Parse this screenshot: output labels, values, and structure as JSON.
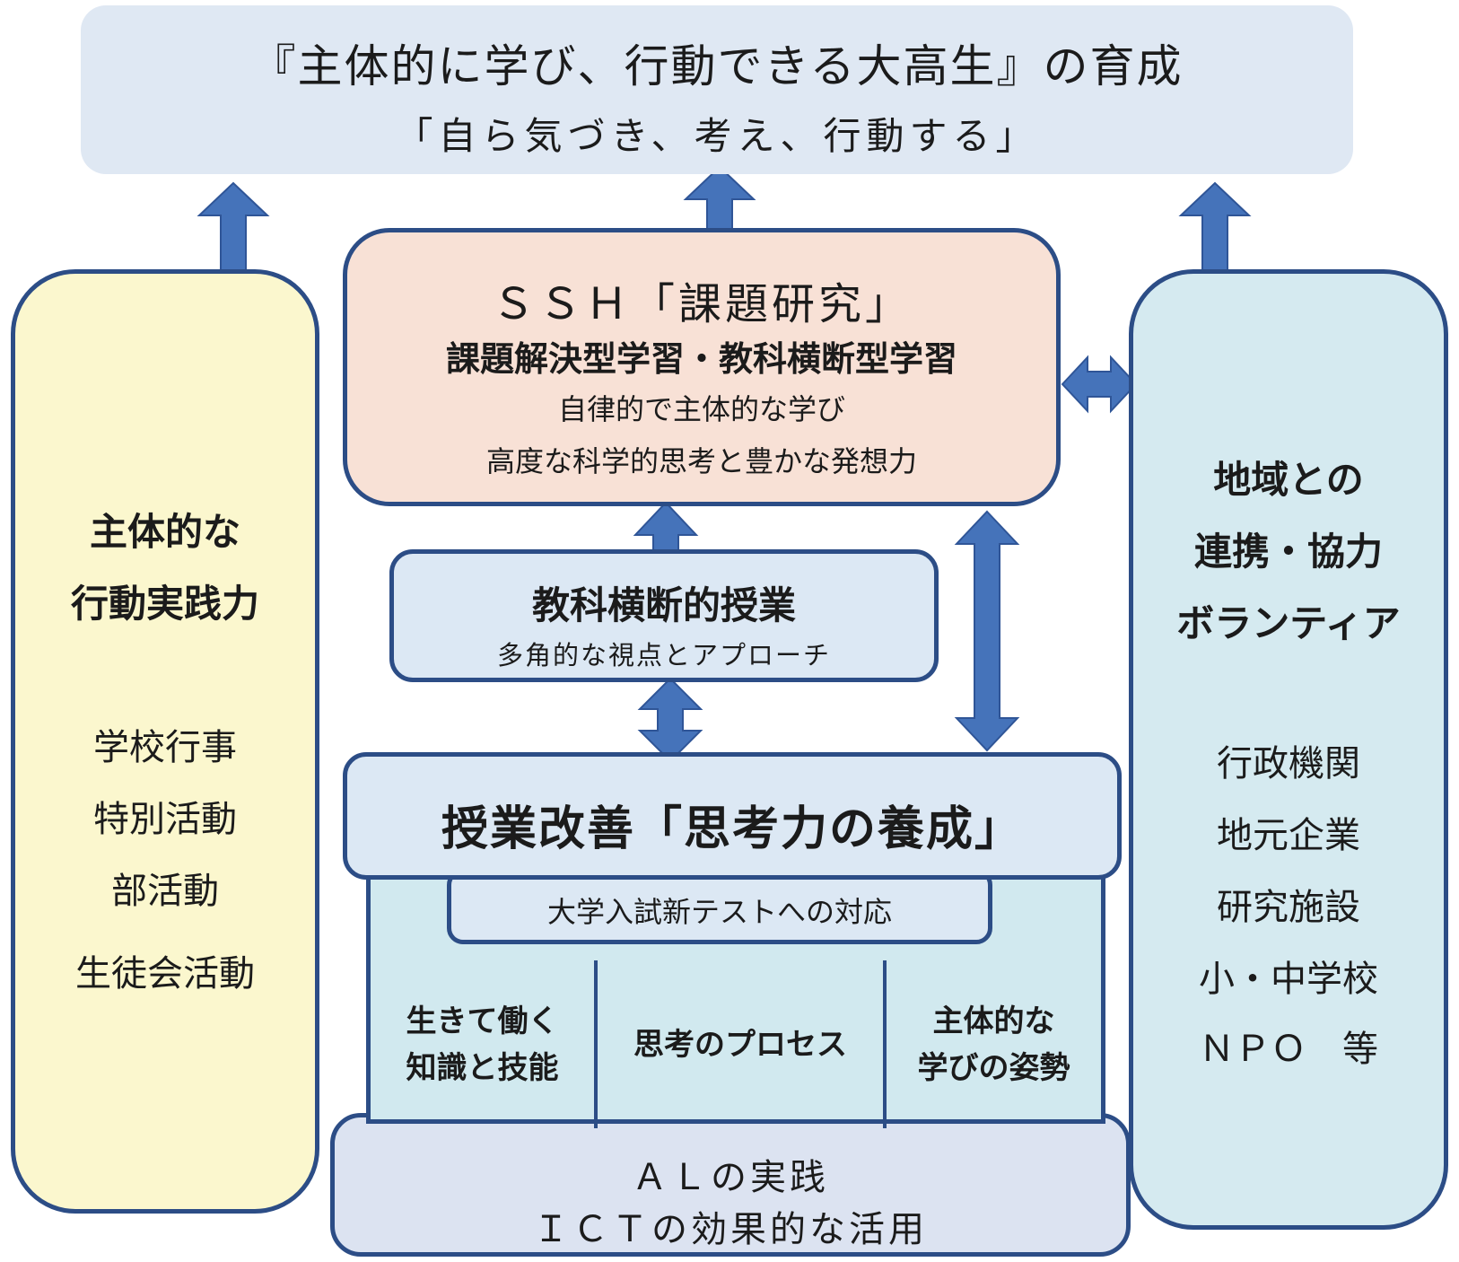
{
  "goal": {
    "title": "『主体的に学び、行動できる大高生』の育成",
    "subtitle": "「自ら気づき、考え、行動する」"
  },
  "left_column": {
    "heading": [
      "主体的な",
      "行動実践力"
    ],
    "items": [
      "学校行事",
      "特別活動",
      "部活動",
      "生徒会活動"
    ]
  },
  "ssh": {
    "title": "ＳＳＨ「課題研究」",
    "subtitle": "課題解決型学習・教科横断型学習",
    "line3": "自律的で主体的な学び",
    "line4": "高度な科学的思考と豊かな発想力"
  },
  "cross_curricular": {
    "title": "教科横断的授業",
    "subtitle": "多角的な視点とアプローチ"
  },
  "improvement": {
    "title": "授業改善「思考力の養成」"
  },
  "exam": {
    "label": "大学入試新テストへの対応"
  },
  "pillars": [
    {
      "lines": [
        "生きて働く",
        "知識と技能"
      ]
    },
    {
      "lines": [
        "思考のプロセス"
      ]
    },
    {
      "lines": [
        "主体的な",
        "学びの姿勢"
      ]
    }
  ],
  "base": {
    "line1": "ＡＬの実践",
    "line2": "ＩＣＴの効果的な活用"
  },
  "right_column": {
    "heading": [
      "地域との",
      "連携・協力",
      "ボランティア"
    ],
    "items": [
      "行政機関",
      "地元企業",
      "研究施設",
      "小・中学校",
      "ＮＰＯ　等"
    ]
  },
  "colors": {
    "border": "#2c4d86",
    "arrow": "#4573ba",
    "goal_bg": "#dfe8f3",
    "left_bg": "#fbf7ce",
    "right_bg": "#d5eaf0",
    "ssh_bg": "#f8e1d6"
  }
}
